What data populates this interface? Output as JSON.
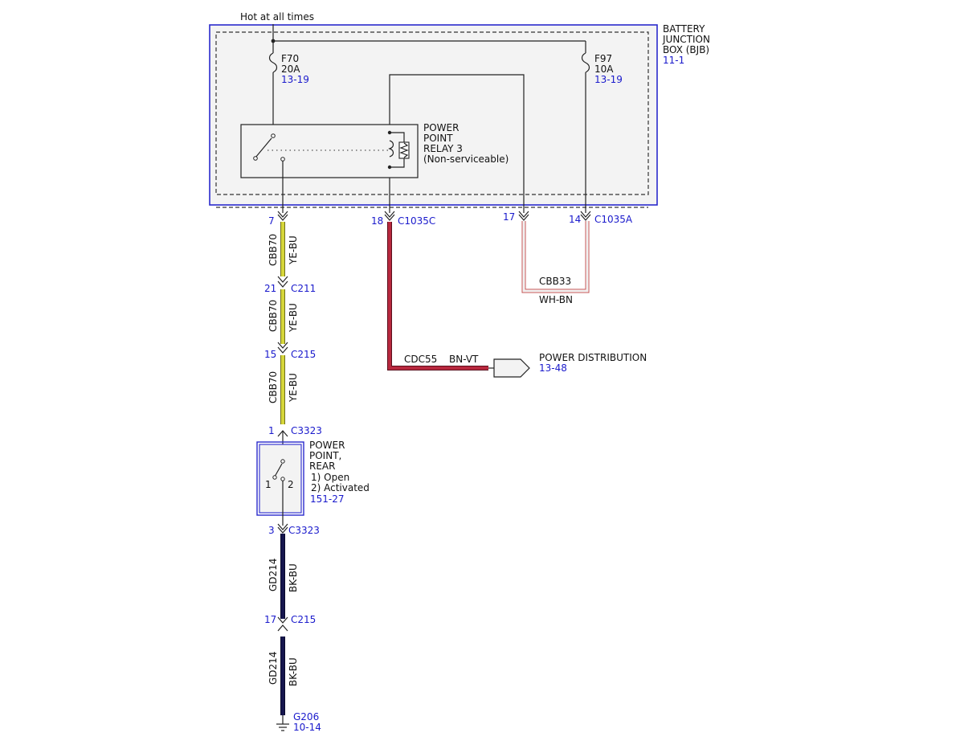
{
  "colors": {
    "ref": "#1a1acc",
    "box_border": "#2a2acc",
    "wire_yellow": "#d6d63a",
    "wire_red": "#b8283e",
    "wire_navy": "#16164e",
    "wire_white": "#f0f0f0",
    "wire_brown": "#c25050"
  },
  "header": {
    "hot_label": "Hot at all times"
  },
  "bjb": {
    "line1": "BATTERY",
    "line2": "JUNCTION",
    "line3": "BOX (BJB)",
    "ref": "11-1"
  },
  "fuses": {
    "f70": {
      "name": "F70",
      "rating": "20A",
      "ref": "13-19"
    },
    "f97": {
      "name": "F97",
      "rating": "10A",
      "ref": "13-19"
    }
  },
  "relay": {
    "line1": "POWER",
    "line2": "POINT",
    "line3": "RELAY 3",
    "line4": "(Non-serviceable)"
  },
  "connectors": {
    "c7": {
      "pin": "7"
    },
    "c18": {
      "pin": "18",
      "name": "C1035C"
    },
    "c17": {
      "pin": "17"
    },
    "c14": {
      "pin": "14",
      "name": "C1035A"
    },
    "c211": {
      "pin": "21",
      "name": "C211"
    },
    "c215a": {
      "pin": "15",
      "name": "C215"
    },
    "c3323a": {
      "pin": "1",
      "name": "C3323"
    },
    "c3323b": {
      "pin": "3",
      "name": "C3323"
    },
    "c215b": {
      "pin": "17",
      "name": "C215"
    }
  },
  "wires": {
    "w1": {
      "circuit": "CBB70",
      "color": "YE-BU"
    },
    "w2": {
      "circuit": "CBB70",
      "color": "YE-BU"
    },
    "w3": {
      "circuit": "CBB70",
      "color": "YE-BU"
    },
    "w4": {
      "circuit": "GD214",
      "color": "BK-BU"
    },
    "w5": {
      "circuit": "GD214",
      "color": "BK-BU"
    },
    "cbb33": {
      "circuit": "CBB33",
      "color": "WH-BN"
    },
    "cdc55": {
      "circuit": "CDC55",
      "color": "BN-VT"
    }
  },
  "power_distribution": {
    "label": "POWER DISTRIBUTION",
    "ref": "13-48"
  },
  "power_point_rear": {
    "line1": "POWER",
    "line2": "POINT,",
    "line3": "REAR",
    "state1": "1) Open",
    "state2": "2) Activated",
    "ref": "151-27",
    "pin1": "1",
    "pin2": "2"
  },
  "ground": {
    "name": "G206",
    "ref": "10-14"
  }
}
